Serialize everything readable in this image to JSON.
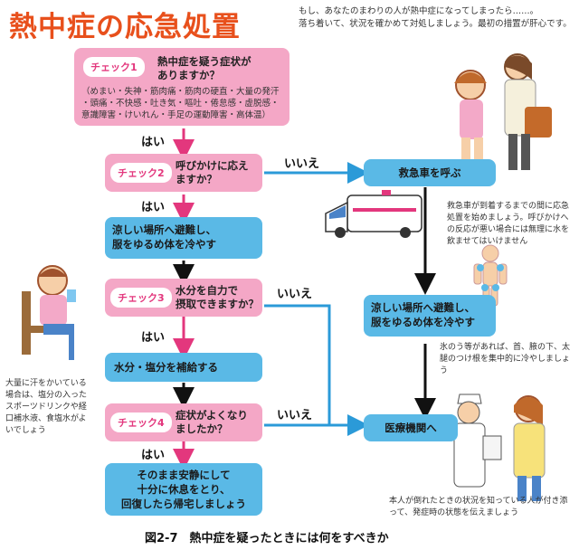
{
  "title": "熱中症の応急処置",
  "intro": {
    "line1": "もし、あなたのまわりの人が熱中症になってしまったら……。",
    "line2": "落ち着いて、状況を確かめて対処しましょう。最初の措置が肝心です。"
  },
  "check1": {
    "tag": "チェック1",
    "question_line1": "熱中症を疑う症状が",
    "question_line2": "ありますか？",
    "symptoms_line1": "（めまい・失神・筋肉痛・筋肉の硬直・大量の発汗",
    "symptoms_line2": "・頭痛・不快感・吐き気・嘔吐・倦怠感・虚脱感・",
    "symptoms_line3": "意識障害・けいれん・手足の運動障害・高体温）"
  },
  "check2": {
    "tag": "チェック2",
    "question_line1": "呼びかけに応え",
    "question_line2": "ますか？"
  },
  "check3": {
    "tag": "チェック3",
    "question_line1": "水分を自力で",
    "question_line2": "摂取できますか？"
  },
  "check4": {
    "tag": "チェック4",
    "question_line1": "症状がよくなり",
    "question_line2": "ましたか？"
  },
  "actions": {
    "cool_line1": "涼しい場所へ避難し、",
    "cool_line2": "服をゆるめ体を冷やす",
    "hydrate": "水分・塩分を補給する",
    "rest_line1": "そのまま安静にして",
    "rest_line2": "十分に休息をとり、",
    "rest_line3": "回復したら帰宅しましょう",
    "ambulance": "救急車を呼ぶ",
    "cool_right_line1": "涼しい場所へ避難し、",
    "cool_right_line2": "服をゆるめ体を冷やす",
    "hospital": "医療機関へ"
  },
  "labels": {
    "yes": "はい",
    "no": "いいえ"
  },
  "notes": {
    "ambulance_note": "救急車が到着するまでの間に応急処置を始めましょう。呼びかけへの反応が悪い場合には無理に水を飲ませてはいけません",
    "ice_note": "氷のう等があれば、首、腋の下、太腿のつけ根を集中的に冷やしましょう",
    "drink_note": "大量に汗をかいている場合は、塩分の入ったスポーツドリンクや経口補水液、食塩水がよいでしょう",
    "hospital_note": "本人が倒れたときの状況を知っている人が付き添って、発症時の状態を伝えましょう"
  },
  "caption": "図2-7　熱中症を疑ったときには何をすべきか",
  "colors": {
    "accent": "#e8501c",
    "pink_box": "#f4a7c6",
    "blue_box": "#5ab9e6",
    "pink_arrow": "#e3377d",
    "blue_line": "#2b9ad8",
    "black_arrow": "#111111"
  }
}
